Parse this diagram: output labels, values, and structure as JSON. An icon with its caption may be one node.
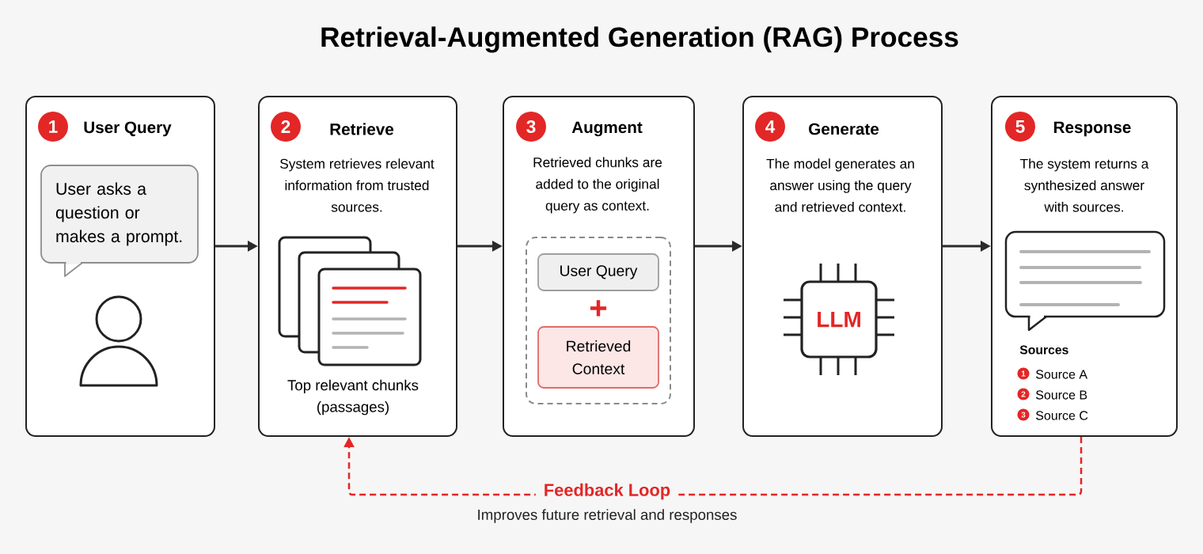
{
  "diagram": {
    "title": "Retrieval-Augmented Generation (RAG) Process",
    "nodes": [
      {
        "text": [
          "User Query"
        ]
      },
      {
        "text": [
          "1"
        ],
        "in": 0
      },
      {
        "text": [
          "User asks a question or makes a prompt."
        ],
        "in": 0
      },
      {
        "text": [
          "Retrieve",
          "System retrieves relevant information from trusted sources.",
          "Top relevant chunks (passages)"
        ]
      },
      {
        "text": [
          "2"
        ],
        "in": 3
      },
      {
        "text": [
          "Augment",
          "Retrieved chunks are added to the original query as context."
        ]
      },
      {
        "text": [
          "3"
        ],
        "in": 5
      },
      {
        "text": [],
        "shape": "box",
        "in": 5
      },
      {
        "text": [
          "User Query"
        ],
        "in": 7
      },
      {
        "text": [
          "Retrieved Context"
        ],
        "in": 7
      },
      {
        "text": [
          "Generate",
          "The model generates an answer using the query and retrieved context."
        ]
      },
      {
        "text": [
          "4"
        ],
        "in": 10
      },
      {
        "text": [
          "LLM"
        ],
        "in": 10
      },
      {
        "text": [
          "Response",
          "The system returns a synthesized answer with sources.",
          "Sources"
        ]
      },
      {
        "text": [
          "5"
        ],
        "in": 13
      },
      {
        "text": [
          "1"
        ],
        "in": 13,
        "beside": [
          "Source A"
        ]
      },
      {
        "text": [
          "2"
        ],
        "in": 13,
        "beside": [
          "Source B"
        ]
      },
      {
        "text": [
          "3"
        ],
        "in": 13,
        "beside": [
          "Source C"
        ]
      }
    ],
    "edges": [
      {
        "from": 0,
        "to": 3,
        "arrow": "to"
      },
      {
        "from": 3,
        "to": 5,
        "arrow": "to"
      },
      {
        "from": 5,
        "to": 10,
        "arrow": "to"
      },
      {
        "from": 10,
        "to": 13,
        "arrow": "to"
      },
      {
        "from": 13,
        "to": 3,
        "arrow": "to",
        "label": "Feedback Loop",
        "style": "dashed",
        "color": "#e32626"
      }
    ],
    "labels": [
      "+",
      "Improves future retrieval and responses"
    ]
  }
}
